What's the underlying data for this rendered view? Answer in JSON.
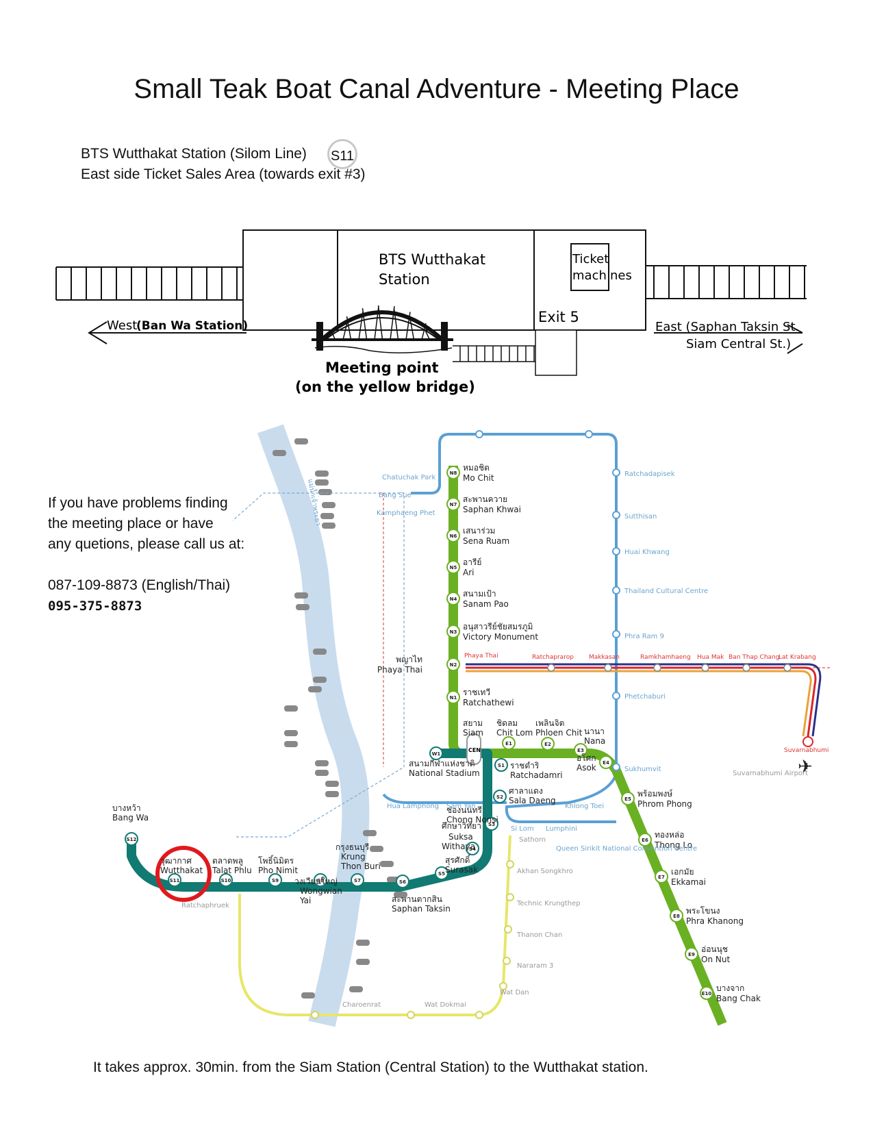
{
  "title": "Small Teak Boat Canal Adventure  - Meeting Place",
  "location": {
    "line1": "BTS Wutthakat Station (Silom Line)",
    "badge": "S11",
    "line2": "East side Ticket Sales Area (towards exit #3)"
  },
  "diagram": {
    "station_label_1": "BTS Wutthakat",
    "station_label_2": "Station",
    "ticket_1": "Ticket",
    "ticket_2": "mach",
    "ticket_3": "nes",
    "exit": "Exit 5",
    "west_1": "West",
    "west_2": "(Ban Wa Station)",
    "east_1": "East (Saphan Taksin St.",
    "east_2": "Siam Central St.)",
    "meeting_1": "Meeting point",
    "meeting_2": "(on the yellow bridge)"
  },
  "contact": {
    "line1": "If you have problems finding",
    "line2": "the meeting place or have",
    "line3": "any quetions, please call us at:",
    "phone1": "087-109-8873 (English/Thai)",
    "phone2": "095-375-8873"
  },
  "map": {
    "colors": {
      "sukhumvit": "#6ab023",
      "silom": "#117a73",
      "blue": "#5a9fd4",
      "yellow": "#e7e66a",
      "airport_red": "#d9252a"
    },
    "sukhumvit_stations": [
      {
        "code": "N8",
        "th": "หมอชิต",
        "en": "Mo Chit"
      },
      {
        "code": "N7",
        "th": "สะพานควาย",
        "en": "Saphan Khwai"
      },
      {
        "code": "N6",
        "th": "เสนาร่วม",
        "en": "Sena Ruam"
      },
      {
        "code": "N5",
        "th": "อารีย์",
        "en": "Ari"
      },
      {
        "code": "N4",
        "th": "สนามเป้า",
        "en": "Sanam Pao"
      },
      {
        "code": "N3",
        "th": "อนุสาวรีย์ชัยสมรภูมิ",
        "en": "Victory Monument"
      },
      {
        "code": "N2",
        "th": "พญาไท",
        "en": "Phaya Thai"
      },
      {
        "code": "N1",
        "th": "ราชเทวี",
        "en": "Ratchathewi"
      }
    ],
    "top_row": {
      "siam_th": "สยาม",
      "siam_en": "Siam",
      "chitlom_th": "ชิดลม",
      "chitlom_en": "Chit Lom",
      "phloen_th": "เพลินจิต",
      "phloen_en": "Phloen Chit",
      "nana_th": "นานา",
      "nana_en": "Nana"
    },
    "east_stations": [
      {
        "code": "E4",
        "th": "อโศก",
        "en": "Asok"
      },
      {
        "code": "E5",
        "th": "พร้อมพงษ์",
        "en": "Phrom Phong"
      },
      {
        "code": "E6",
        "th": "ทองหล่อ",
        "en": "Thong Lo"
      },
      {
        "code": "E7",
        "th": "เอกมัย",
        "en": "Ekkamai"
      },
      {
        "code": "E8",
        "th": "พระโขนง",
        "en": "Phra Khanong"
      },
      {
        "code": "E9",
        "th": "อ่อนนุช",
        "en": "On Nut"
      },
      {
        "code": "E10",
        "th": "บางจาก",
        "en": "Bang Chak"
      }
    ],
    "silom_stations": [
      {
        "code": "W1",
        "th": "สนามกีฬาแห่งชาติ",
        "en": "National Stadium"
      },
      {
        "code": "S1",
        "th": "ราชดำริ",
        "en": "Ratchadamri"
      },
      {
        "code": "S2",
        "th": "ศาลาแดง",
        "en": "Sala Daeng"
      },
      {
        "code": "S3",
        "th": "ช่องนนทรี",
        "en": "Chong Nonsi"
      },
      {
        "code": "S4",
        "th": "ศึกษาวิทยา",
        "en": "Suksa Withaya"
      },
      {
        "code": "S5",
        "th": "สุรศักดิ์",
        "en": "Surasak"
      },
      {
        "code": "S6",
        "th": "สะพานตากสิน",
        "en": "Saphan Taksin"
      },
      {
        "code": "S7",
        "th": "กรุงธนบุรี",
        "en": "Krung Thon Buri"
      },
      {
        "code": "S8",
        "th": "วงเวียนใหญ่",
        "en": "Wongwian Yai"
      },
      {
        "code": "S9",
        "th": "โพธิ์นิมิตร",
        "en": "Pho Nimit"
      },
      {
        "code": "S10",
        "th": "ตลาดพลู",
        "en": "Talat Phlu"
      },
      {
        "code": "S11",
        "th": "วุฒากาศ",
        "en": "Wutthakat"
      },
      {
        "code": "S12",
        "th": "บางหว้า",
        "en": "Bang Wa"
      }
    ],
    "blue_labels": {
      "chatuchak": "Chatuchak Park",
      "bangsue": "Bang Sue",
      "kamphaeng": "Kamphaeng Phet",
      "ratchadapisek": "Ratchadapisek",
      "sutthisan": "Sutthisan",
      "huaikhwang": "Huai Khwang",
      "thaicultural": "Thailand Cultural Centre",
      "ramaix": "Phra Ram 9",
      "phetchaburi": "Phetchaburi",
      "sukhumvit": "Sukhumvit",
      "khlongtoei": "Khlong Toei",
      "lumphini": "Lumphini",
      "silom": "Si Lom",
      "samyan": "Sam Yan",
      "hualamphong": "Hua Lamphong",
      "qsncc": "Queen Sirikit National Convention Centre"
    },
    "airport_labels": {
      "phayathai": "Phaya Thai",
      "ratchaprarop": "Ratchaprarop",
      "makkasan": "Makkasan",
      "ramkhamhaeng": "Ramkhamhaeng",
      "huamak": "Hua Mak",
      "banthapchang": "Ban Thap Chang",
      "latkrabang": "Lat Krabang",
      "suvarnabhumi": "Suvarnabhumi",
      "airport": "Suvarnabhumi Airport"
    },
    "grey_labels": {
      "sathorn": "Sathorn",
      "akhan": "Akhan Songkhro",
      "technic": "Technic Krungthep",
      "thanon": "Thanon Chan",
      "nararam": "Nararam 3",
      "watdan": "Wat Dan",
      "watdokmai": "Wat Dokmai",
      "charoenrat": "Charoenrat",
      "ratchaphruek": "Ratchaphruek"
    },
    "center_code": "CEN",
    "river_label": "แม่น้ำเจ้าพระยา"
  },
  "footer": "It takes approx. 30min. from the Siam Station (Central Station) to the Wutthakat station."
}
